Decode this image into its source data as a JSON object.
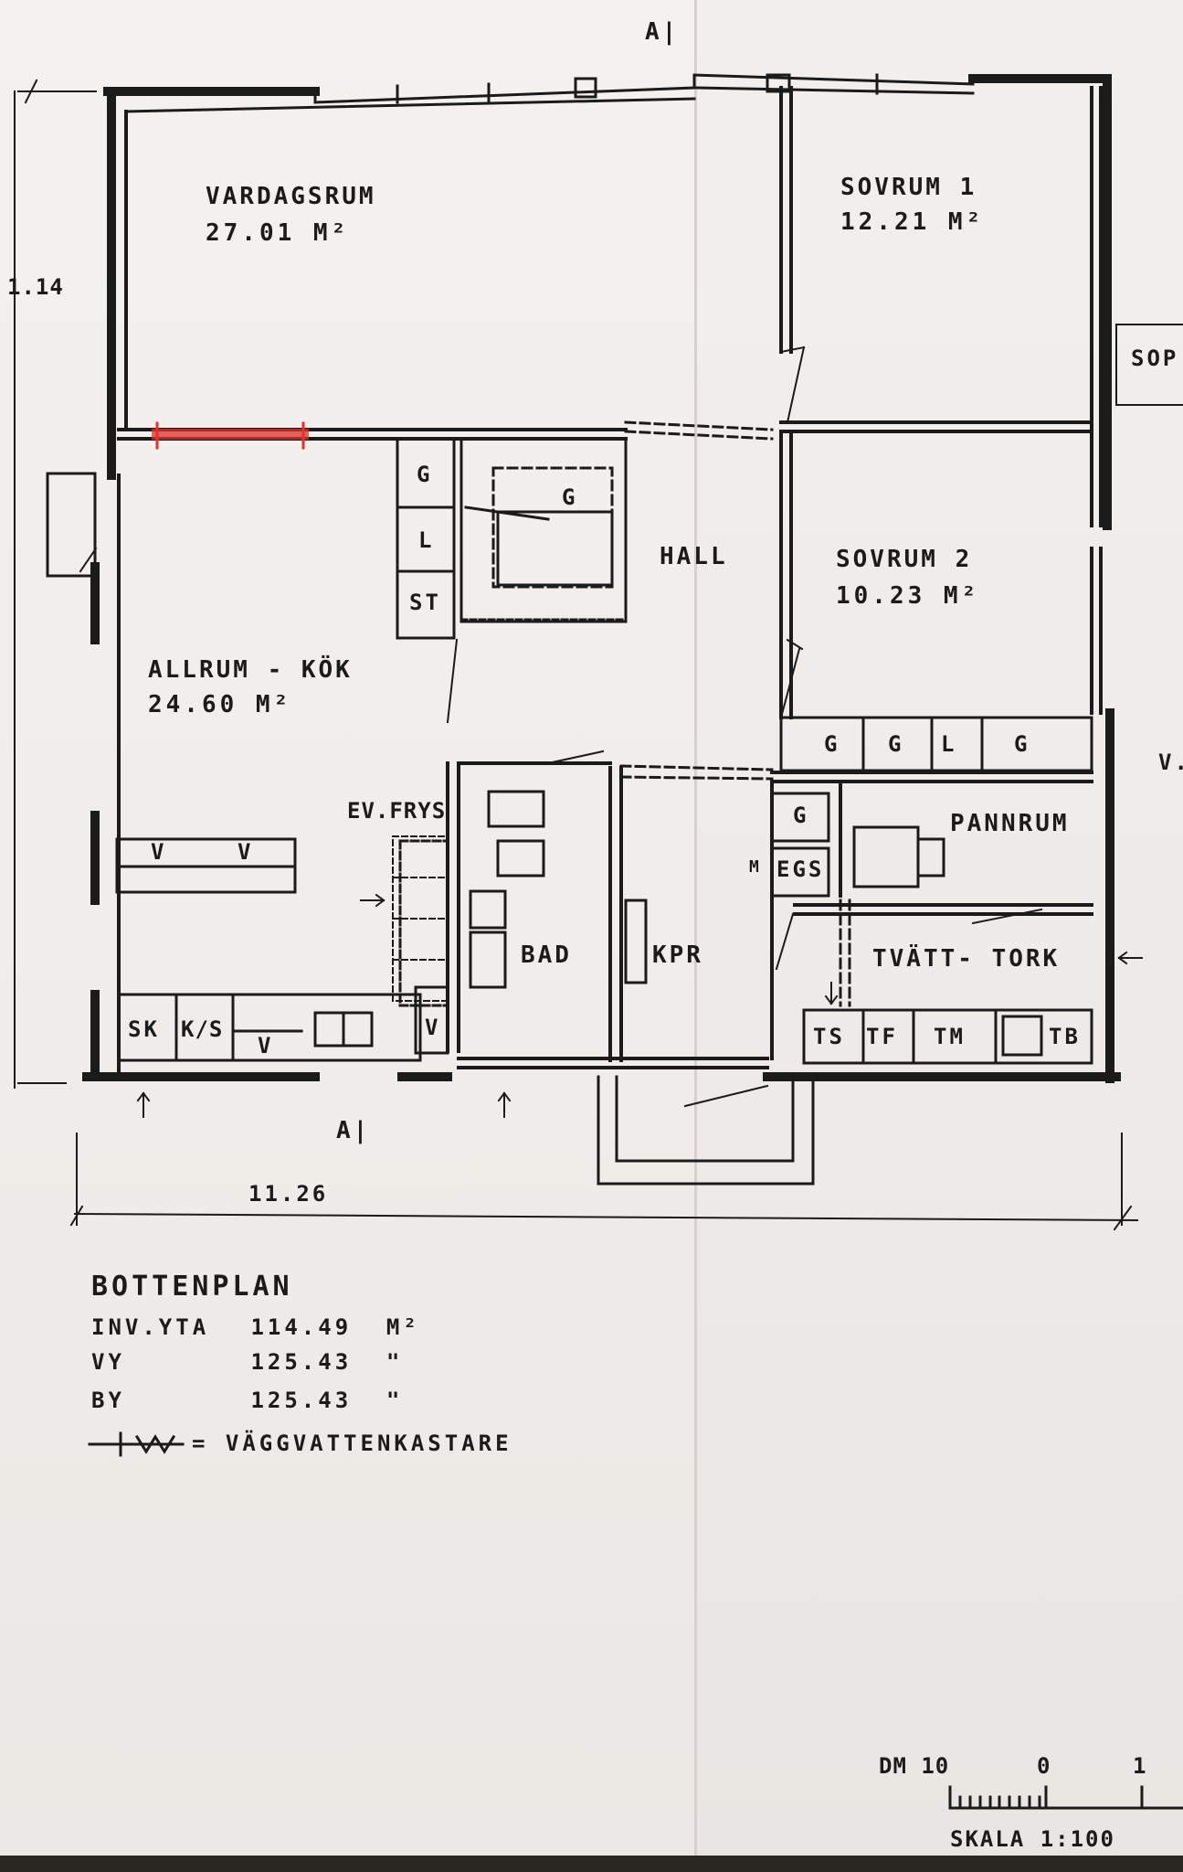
{
  "rooms": {
    "vardagsrum": {
      "name": "VARDAGSRUM",
      "area": "27.01 M²"
    },
    "sovrum1": {
      "name": "SOVRUM 1",
      "area": "12.21 M²"
    },
    "sovrum2": {
      "name": "SOVRUM 2",
      "area": "10.23 M²"
    },
    "allrum": {
      "name": "ALLRUM - KÖK",
      "area": "24.60 M²"
    },
    "hall": {
      "name": "HALL"
    },
    "bad": {
      "name": "BAD"
    },
    "kpr": {
      "name": "KPR"
    },
    "pannrum": {
      "name": "PANNRUM"
    },
    "tvatt": {
      "name": "TVÄTT- TORK"
    }
  },
  "fixtures": {
    "g": "G",
    "l": "L",
    "st": "ST",
    "v": "V",
    "sk": "SK",
    "ks": "K/S",
    "ev_frys": "EV.FRYS",
    "egs": "EGS",
    "m": "M",
    "ts": "TS",
    "tf": "TF",
    "tm": "TM",
    "tb": "TB"
  },
  "section_marker": "A|",
  "dimensions": {
    "width": "11.26",
    "left_edge": "1.14"
  },
  "annotations": {
    "sop": "SOP",
    "v_right": "V."
  },
  "legend": {
    "title": "BOTTENPLAN",
    "rows": [
      {
        "key": "INV.YTA",
        "value": "114.49",
        "unit": "M²"
      },
      {
        "key": "VY",
        "value": "125.43",
        "unit": "\""
      },
      {
        "key": "BY",
        "value": "125.43",
        "unit": "\""
      }
    ],
    "symbol_desc": "= VÄGGVATTENKASTARE"
  },
  "scale": {
    "dm": "DM 10",
    "zero": "0",
    "one": "1",
    "label": "SKALA 1:100"
  },
  "colors": {
    "ink": "#1b1b1b",
    "highlight": "#e0322e",
    "paper": "#f2efec"
  }
}
